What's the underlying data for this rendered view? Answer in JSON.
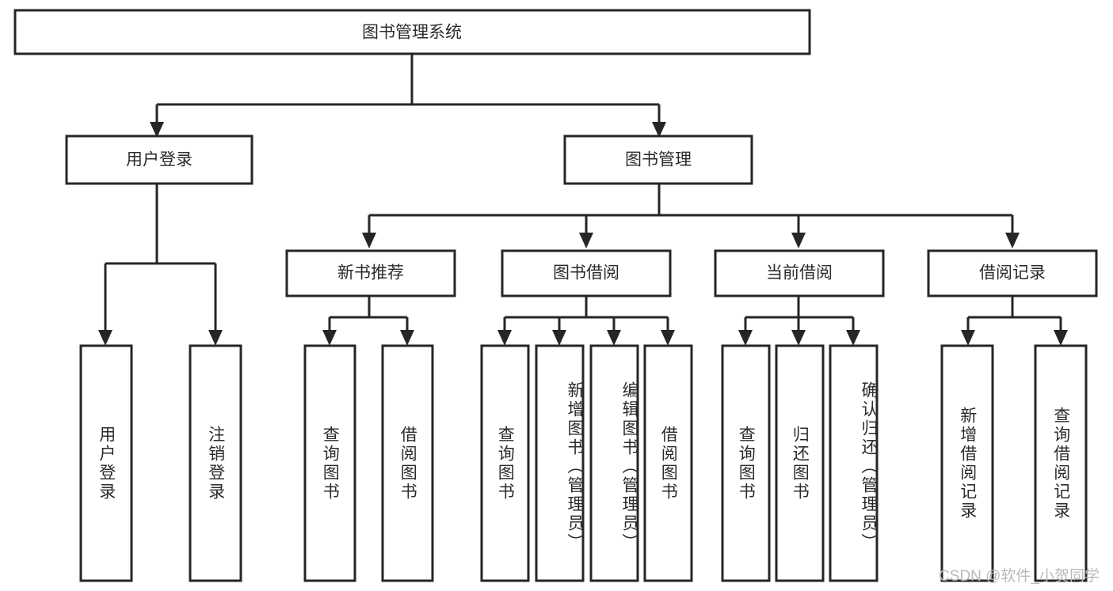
{
  "diagram": {
    "title": "图书管理系统",
    "type": "tree-hierarchy-chart",
    "orientation": "top-down",
    "colors": {
      "box_fill": "#ffffff",
      "box_stroke": "#262626",
      "connector": "#262626",
      "text": "#2b2b2b",
      "background": "#ffffff",
      "watermark_text": "#b9b9b9"
    },
    "root": {
      "label": "图书管理系统"
    },
    "level2": [
      {
        "label": "用户登录"
      },
      {
        "label": "图书管理"
      }
    ],
    "level3": [
      {
        "label": "新书推荐"
      },
      {
        "label": "图书借阅"
      },
      {
        "label": "当前借阅"
      },
      {
        "label": "借阅记录"
      }
    ],
    "leaves": {
      "user_login": [
        {
          "label": "用户登录"
        },
        {
          "label": "注销登录"
        }
      ],
      "new_book_recommend": [
        {
          "label": "查询图书"
        },
        {
          "label": "借阅图书"
        }
      ],
      "book_borrow": [
        {
          "label": "查询图书"
        },
        {
          "label": "新增图书（管理员）"
        },
        {
          "label": "编辑图书（管理员）"
        },
        {
          "label": "借阅图书"
        }
      ],
      "current_borrow": [
        {
          "label": "查询图书"
        },
        {
          "label": "归还图书"
        },
        {
          "label": "确认归还（管理员）"
        }
      ],
      "borrow_records": [
        {
          "label": "新增借阅记录"
        },
        {
          "label": "查询借阅记录"
        }
      ]
    }
  },
  "watermark": {
    "text": "CSDN @软件_小贺同学"
  }
}
